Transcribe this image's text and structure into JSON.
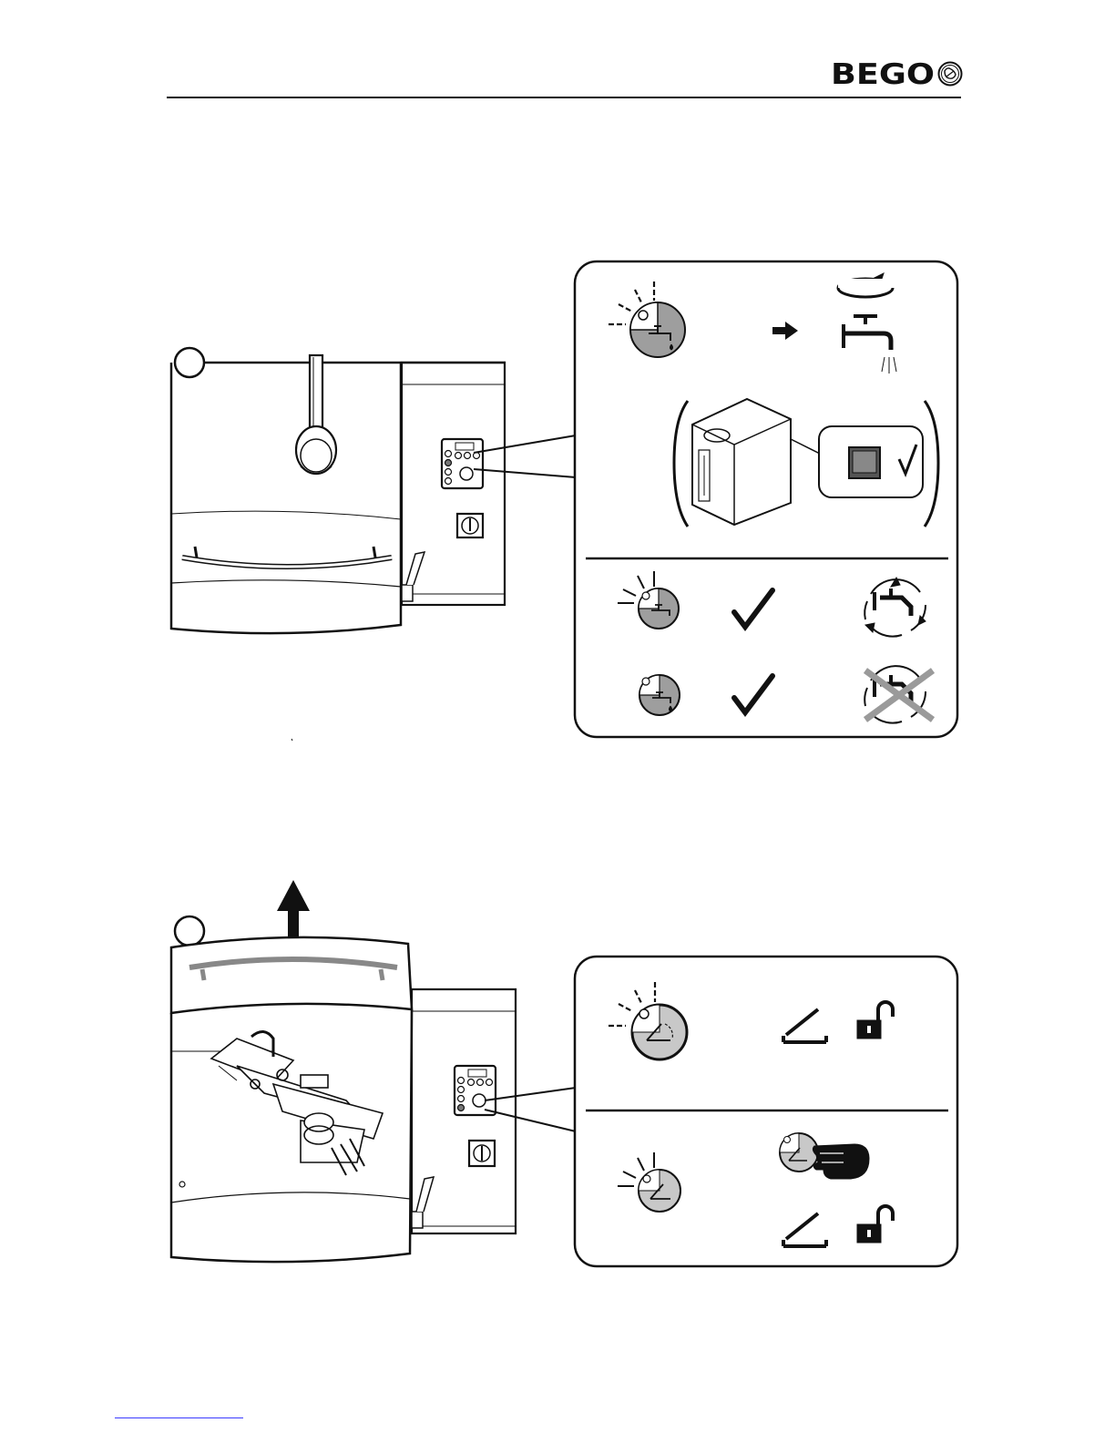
{
  "brand": {
    "name": "BEGO",
    "logo_icon": "bego-emblem-icon",
    "accent": "#111111"
  },
  "figure_top": {
    "machine": "casting-machine-top-view",
    "detail_icons": [
      "water-blinking-icon",
      "arrow-right-icon",
      "water-tap-rotate-icon",
      "water-tank-device",
      "power-switch-icon",
      "checkmark-icon",
      "water-cycle-icon",
      "water-cycle-crossed-icon"
    ]
  },
  "figure_bottom": {
    "machine": "casting-machine-open-lid",
    "detail_icons": [
      "lid-blinking-icon",
      "lid-open-icon",
      "padlock-open-icon",
      "press-button-hand-icon"
    ]
  },
  "colors": {
    "line": "#111111",
    "icon_fill": "#9e9e9e",
    "light_fill": "#c8c8c8",
    "link": "#3a3aff"
  }
}
